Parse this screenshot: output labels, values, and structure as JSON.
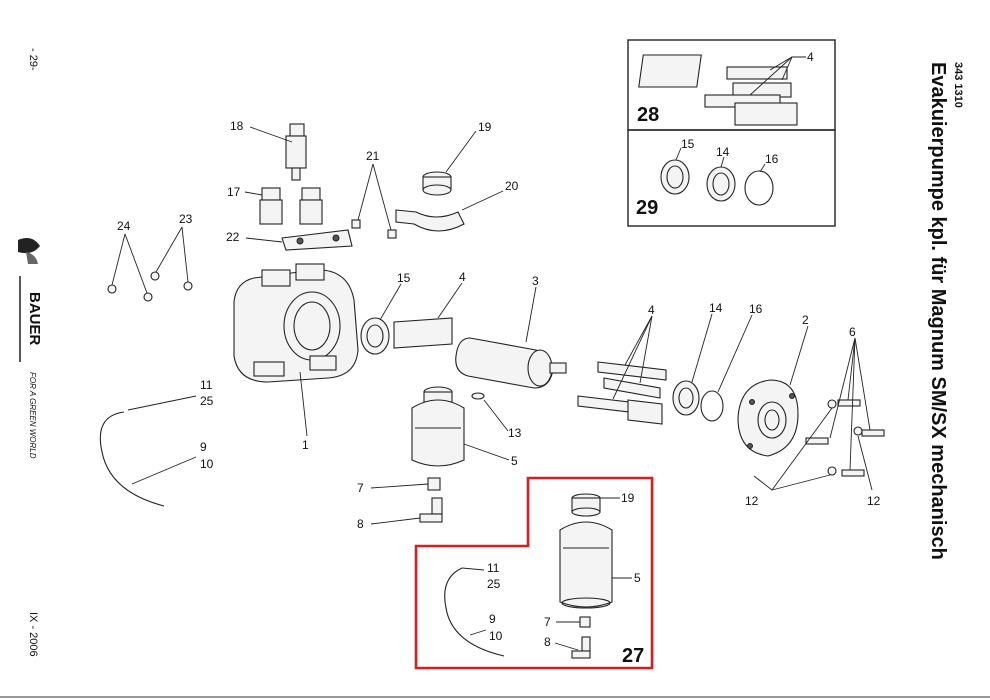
{
  "header": {
    "title": "Evakuierpumpe kpl. für Magnum SM/SX mechanisch",
    "doc_number": "343 1310",
    "page_number": "- 29-",
    "date": "IX - 2006"
  },
  "brand": {
    "name": "BAUER",
    "slogan": "FOR A GREEN WORLD"
  },
  "kits": [
    {
      "id": "kit-28",
      "label": "28",
      "parts": [
        "4"
      ]
    },
    {
      "id": "kit-29",
      "label": "29",
      "parts": [
        "15",
        "14",
        "16"
      ]
    },
    {
      "id": "kit-27",
      "label": "27",
      "parts": [
        "19",
        "5",
        "7",
        "8",
        "11",
        "25",
        "9",
        "10"
      ]
    }
  ],
  "callouts": {
    "c18": "18",
    "c19": "19",
    "c17": "17",
    "c21": "21",
    "c20": "20",
    "c22": "22",
    "c24": "24",
    "c23": "23",
    "c15": "15",
    "c4": "4",
    "c3": "3",
    "c14": "14",
    "c16": "16",
    "c2": "2",
    "c6": "6",
    "c11": "11",
    "c25": "25",
    "c9": "9",
    "c10": "10",
    "c1": "1",
    "c13": "13",
    "c5": "5",
    "c7": "7",
    "c8": "8",
    "c12a": "12",
    "c12b": "12",
    "k28_4": "4",
    "k29_15": "15",
    "k29_14": "14",
    "k29_16": "16",
    "k27_19": "19",
    "k27_5": "5",
    "k27_11": "11",
    "k27_25": "25",
    "k27_9": "9",
    "k27_10": "10",
    "k27_7": "7",
    "k27_8": "8"
  },
  "colors": {
    "kit27_border": "#d42020",
    "line": "#222222"
  }
}
